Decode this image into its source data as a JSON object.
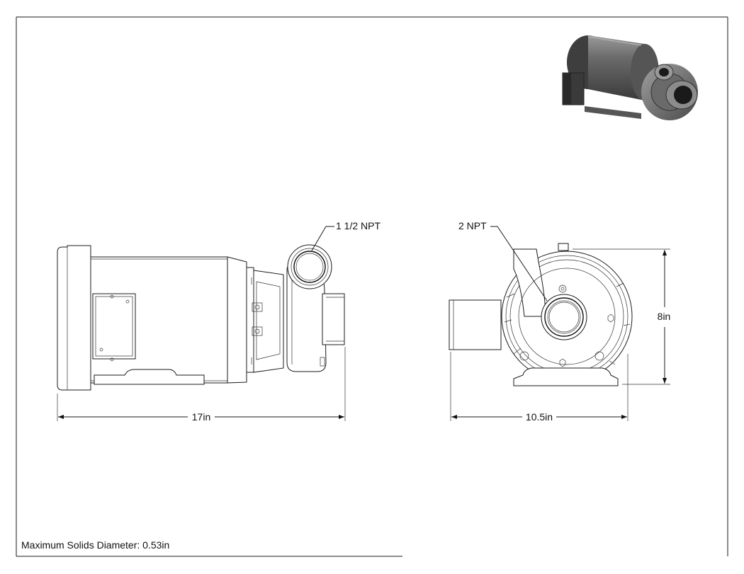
{
  "callouts": {
    "discharge": "1 1/2 NPT",
    "suction": "2 NPT"
  },
  "dimensions": {
    "side_length": "17in",
    "front_width": "10.5in",
    "front_height": "8in"
  },
  "notes": {
    "max_solids": "Maximum Solids Diameter: 0.53in"
  },
  "colors": {
    "line": "#1a1a1a",
    "pump_body_dark": "#4a4a4a",
    "pump_body_light": "#8a8a8a"
  }
}
